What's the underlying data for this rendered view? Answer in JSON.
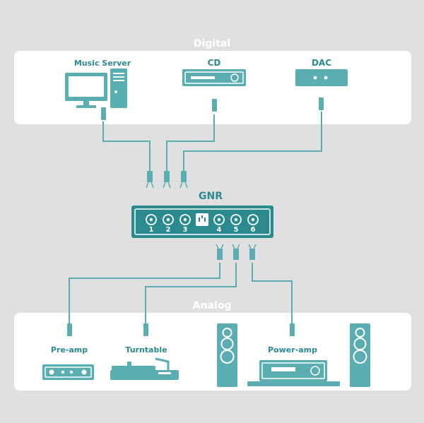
{
  "sections": {
    "digital": "Digital",
    "analog": "Analog"
  },
  "devices": {
    "music_server": "Music Server",
    "cd": "CD",
    "dac": "DAC",
    "gnr": "GNR",
    "preamp": "Pre-amp",
    "turntable": "Turntable",
    "poweramp": "Power-amp"
  },
  "ports": [
    "1",
    "2",
    "3",
    "4",
    "5",
    "6"
  ],
  "colors": {
    "background": "#e0e0e0",
    "panel": "#ffffff",
    "device": "#5aadb0",
    "device_dark": "#2b8a8e",
    "cable": "#5aadb0"
  }
}
